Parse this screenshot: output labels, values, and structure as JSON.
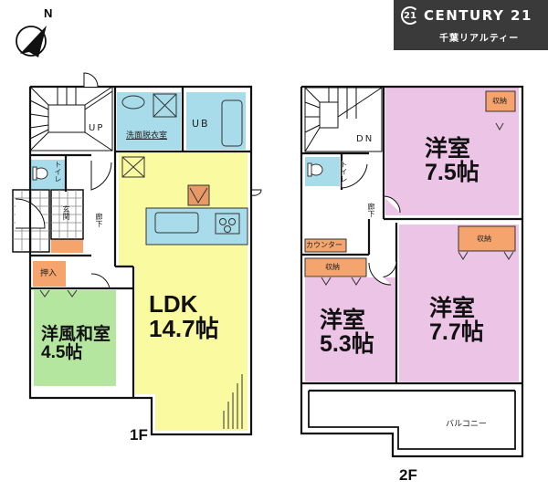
{
  "logo": {
    "badge": "21",
    "brand": "CENTURY 21",
    "subtitle": "千葉リアルティー",
    "background": "#3a3a3a"
  },
  "compass": {
    "label": "N"
  },
  "colors": {
    "wet_area": "#a8dcea",
    "ldk": "#fafaa0",
    "washitsu": "#b4e6a0",
    "bedroom": "#ecc4e6",
    "storage": "#f4a46c",
    "wall": "#111111"
  },
  "floor1": {
    "label": "1F",
    "rooms": {
      "ldk": {
        "name": "LDK",
        "size": "14.7帖"
      },
      "washitsu": {
        "name": "洋風和室",
        "size": "4.5帖"
      },
      "bath": {
        "name": "UB"
      },
      "washroom": {
        "name": "洗面脱衣室"
      },
      "toilet": {
        "name": "トイレ"
      },
      "entrance": {
        "name": "玄関"
      },
      "hall": {
        "name": "廊下"
      },
      "closet": {
        "name": "押入"
      },
      "stairs": {
        "name": "UP"
      }
    }
  },
  "floor2": {
    "label": "2F",
    "rooms": {
      "bed1": {
        "name": "洋室",
        "size": "7.5帖",
        "storage": "収納"
      },
      "bed2": {
        "name": "洋室",
        "size": "7.7帖",
        "storage": "収納"
      },
      "bed3": {
        "name": "洋室",
        "size": "5.3帖",
        "storage": "収納"
      },
      "toilet": {
        "name": "トイレ"
      },
      "hall": {
        "name": "廊下"
      },
      "counter": {
        "name": "カウンター"
      },
      "balcony": {
        "name": "バルコニー"
      },
      "stairs": {
        "name": "DN"
      }
    }
  }
}
